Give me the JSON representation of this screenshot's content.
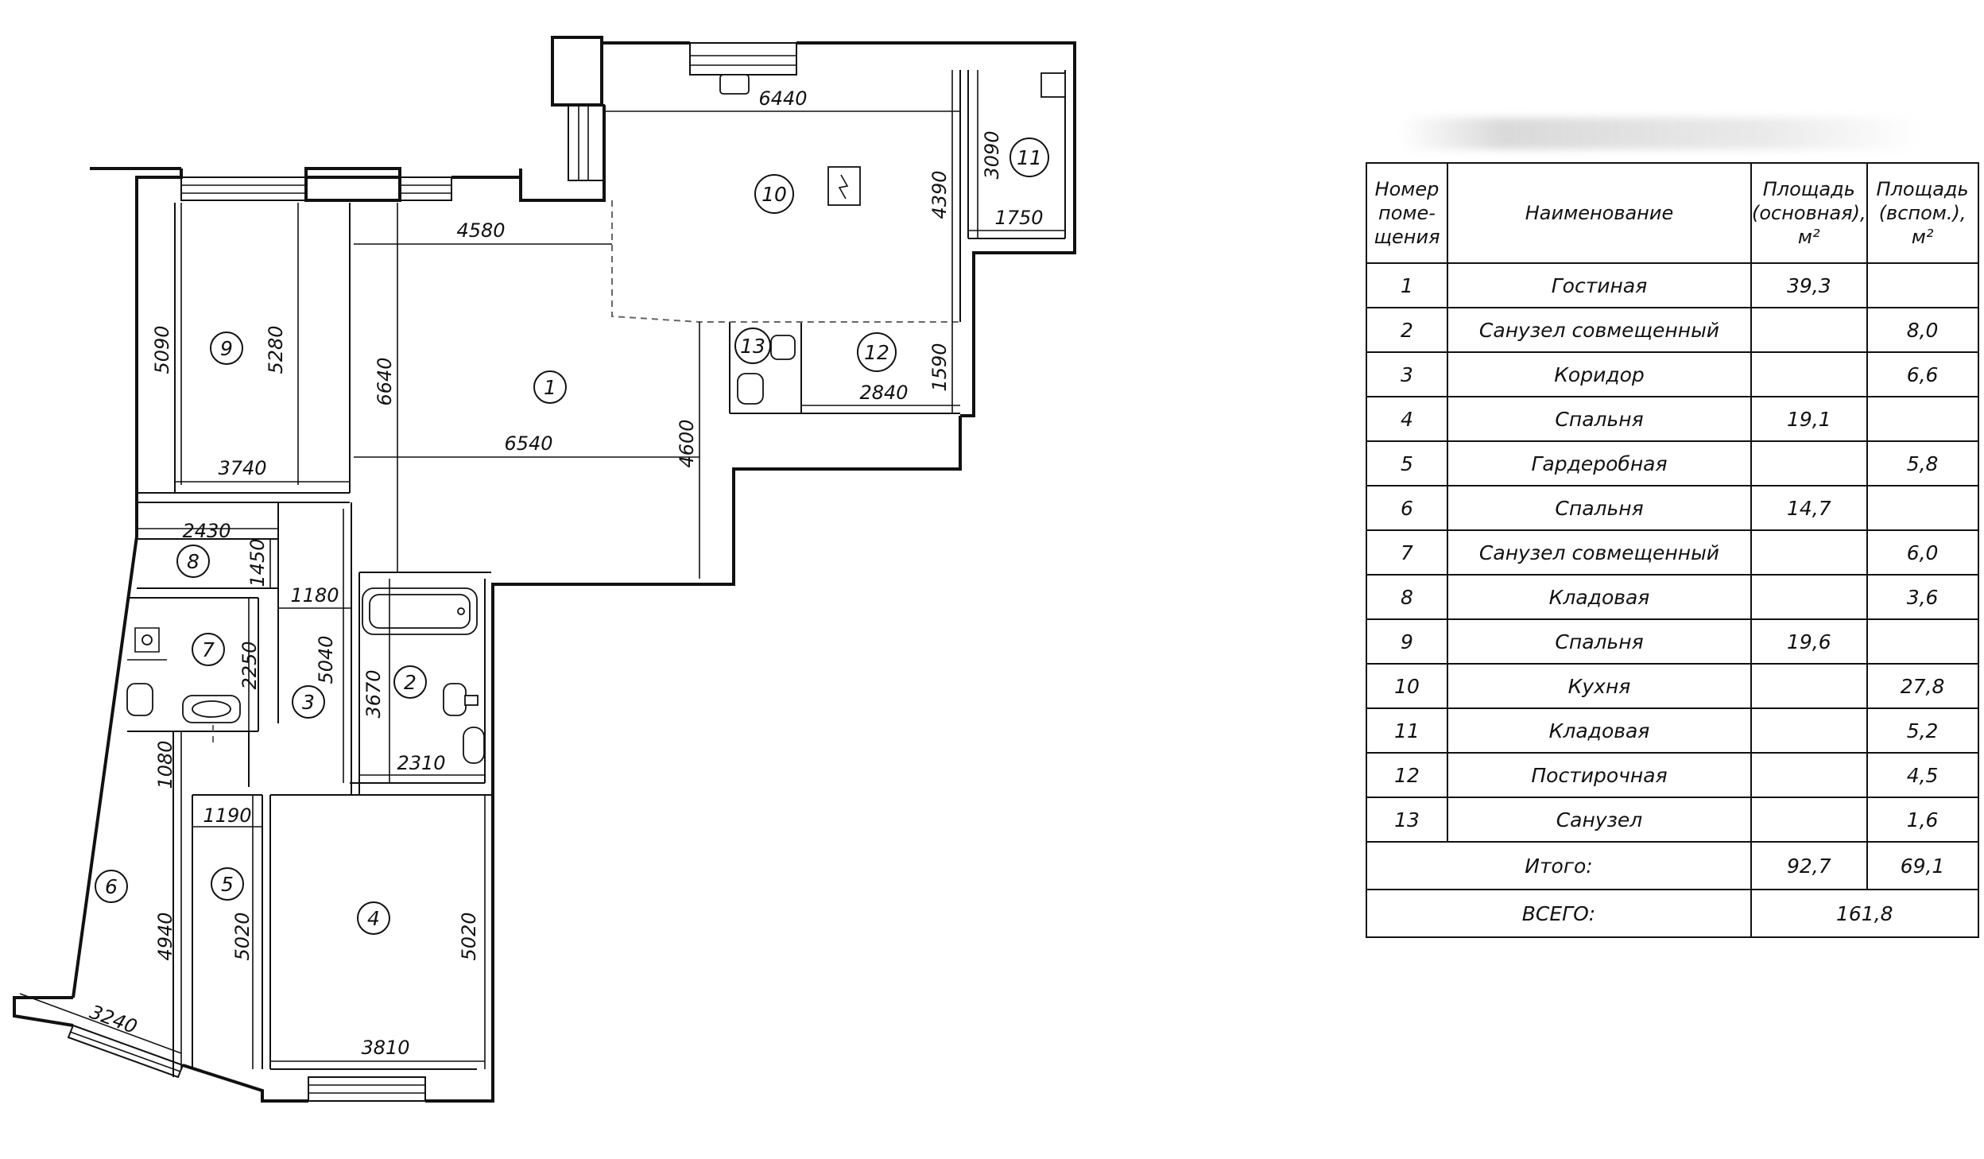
{
  "table": {
    "headers": {
      "number": [
        "Номер",
        "поме-",
        "щения"
      ],
      "name": "Наименование",
      "area_main": [
        "Площадь",
        "(основная),",
        "м²"
      ],
      "area_aux": [
        "Площадь",
        "(вспом.),",
        "м²"
      ]
    },
    "rows": [
      {
        "num": "1",
        "name": "Гостиная",
        "main": "39,3",
        "aux": ""
      },
      {
        "num": "2",
        "name": "Санузел совмещенный",
        "main": "",
        "aux": "8,0"
      },
      {
        "num": "3",
        "name": "Коридор",
        "main": "",
        "aux": "6,6"
      },
      {
        "num": "4",
        "name": "Спальня",
        "main": "19,1",
        "aux": ""
      },
      {
        "num": "5",
        "name": "Гардеробная",
        "main": "",
        "aux": "5,8"
      },
      {
        "num": "6",
        "name": "Спальня",
        "main": "14,7",
        "aux": ""
      },
      {
        "num": "7",
        "name": "Санузел совмещенный",
        "main": "",
        "aux": "6,0"
      },
      {
        "num": "8",
        "name": "Кладовая",
        "main": "",
        "aux": "3,6"
      },
      {
        "num": "9",
        "name": "Спальня",
        "main": "19,6",
        "aux": ""
      },
      {
        "num": "10",
        "name": "Кухня",
        "main": "",
        "aux": "27,8"
      },
      {
        "num": "11",
        "name": "Кладовая",
        "main": "",
        "aux": "5,2"
      },
      {
        "num": "12",
        "name": "Постирочная",
        "main": "",
        "aux": "4,5"
      },
      {
        "num": "13",
        "name": "Санузел",
        "main": "",
        "aux": "1,6"
      }
    ],
    "total_label": "Итого:",
    "total_main": "92,7",
    "total_aux": "69,1",
    "grand_label": "ВСЕГО:",
    "grand_total": "161,8"
  },
  "plan": {
    "room_numbers": [
      "1",
      "2",
      "3",
      "4",
      "5",
      "6",
      "7",
      "8",
      "9",
      "10",
      "11",
      "12",
      "13"
    ],
    "dimensions": {
      "kitchen_w": "6440",
      "kitchen_h": "4390",
      "store11_h": "3090",
      "store11_w": "1750",
      "living_top": "4580",
      "living_h": "6640",
      "living_w": "6540",
      "living_right": "4600",
      "bed9_h1": "5090",
      "bed9_h2": "5280",
      "bed9_w": "3740",
      "store8_w": "2430",
      "store8_h": "1450",
      "corr_w": "1180",
      "corr_h": "5040",
      "bath7_h": "2250",
      "bath2_h": "3670",
      "bath2_w": "2310",
      "laundry_w": "2840",
      "laundry_h": "1590",
      "gap6": "1080",
      "ward_w": "1190",
      "ward_h": "5020",
      "bed6_h": "4940",
      "bed6_w": "3240",
      "bed4_h": "5020",
      "bed4_w": "3810"
    }
  },
  "colors": {
    "line": "#111111",
    "background": "#ffffff"
  }
}
